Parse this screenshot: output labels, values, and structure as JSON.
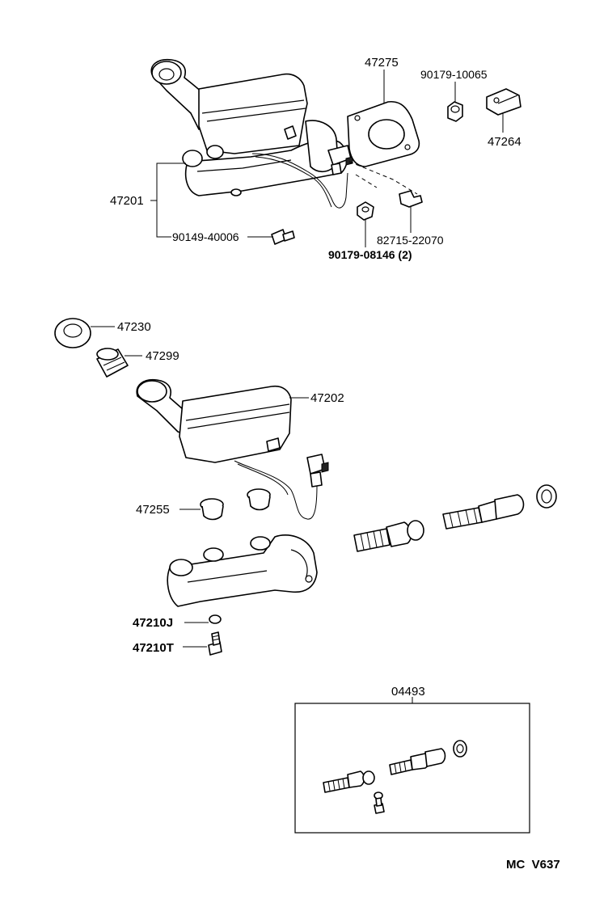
{
  "parts": {
    "p47275": "47275",
    "p90179_10065": "90179-10065",
    "p47264": "47264",
    "p47201": "47201",
    "p90149_40006": "90149-40006",
    "p82715_22070": "82715-22070",
    "p90179_08146": "90179-08146 (2)",
    "p47230": "47230",
    "p47299": "47299",
    "p47202": "47202",
    "p47255": "47255",
    "p47210J": "47210J",
    "p47210T": "47210T",
    "p04493": "04493"
  },
  "footer": {
    "code": "MC  V637"
  }
}
